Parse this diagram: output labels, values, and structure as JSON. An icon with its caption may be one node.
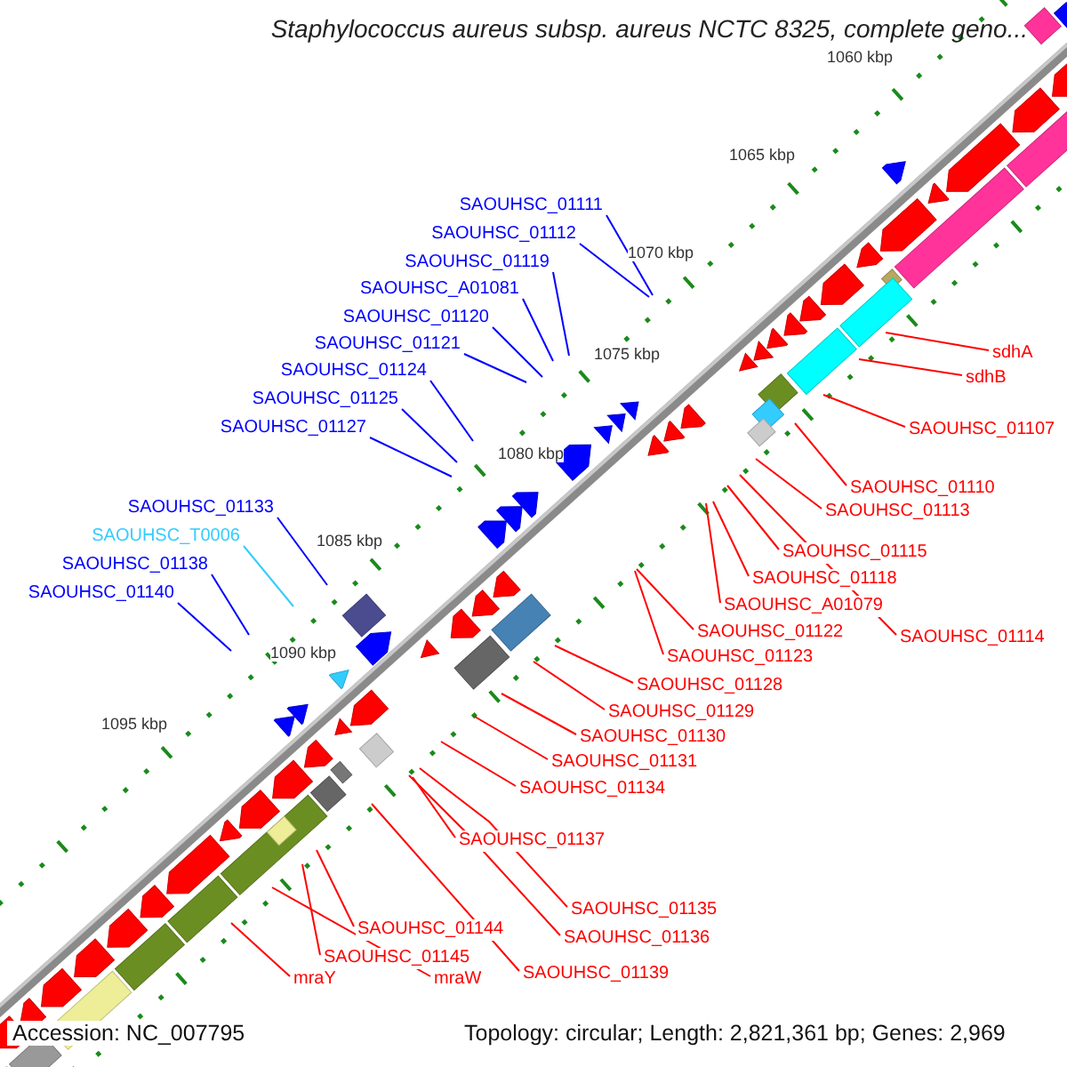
{
  "diagram": {
    "title": "Staphylococcus aureus subsp. aureus NCTC 8325, complete geno...",
    "nodes": [
      {
        "text": [
          "SAOUHSC_01111"
        ]
      },
      {
        "text": [
          "SAOUHSC_01112"
        ]
      },
      {
        "text": [
          "SAOUHSC_01119"
        ]
      },
      {
        "text": [
          "SAOUHSC_A01081"
        ]
      },
      {
        "text": [
          "SAOUHSC_01120"
        ]
      },
      {
        "text": [
          "SAOUHSC_01121"
        ]
      },
      {
        "text": [
          "SAOUHSC_01124"
        ]
      },
      {
        "text": [
          "SAOUHSC_01125"
        ]
      },
      {
        "text": [
          "SAOUHSC_01127"
        ]
      },
      {
        "text": [
          "SAOUHSC_01133"
        ]
      },
      {
        "text": [
          "SAOUHSC_T0006"
        ]
      },
      {
        "text": [
          "SAOUHSC_01138"
        ]
      },
      {
        "text": [
          "SAOUHSC_01140"
        ]
      },
      {
        "text": [
          "sdhA"
        ]
      },
      {
        "text": [
          "sdhB"
        ]
      },
      {
        "text": [
          "SAOUHSC_01107"
        ]
      },
      {
        "text": [
          "SAOUHSC_01110"
        ]
      },
      {
        "text": [
          "SAOUHSC_01113"
        ]
      },
      {
        "text": [
          "SAOUHSC_01115"
        ]
      },
      {
        "text": [
          "SAOUHSC_01118"
        ]
      },
      {
        "text": [
          "SAOUHSC_A01079"
        ]
      },
      {
        "text": [
          "SAOUHSC_01114"
        ]
      },
      {
        "text": [
          "SAOUHSC_01122"
        ]
      },
      {
        "text": [
          "SAOUHSC_01123"
        ]
      },
      {
        "text": [
          "SAOUHSC_01128"
        ]
      },
      {
        "text": [
          "SAOUHSC_01129"
        ]
      },
      {
        "text": [
          "SAOUHSC_01130"
        ]
      },
      {
        "text": [
          "SAOUHSC_01131"
        ]
      },
      {
        "text": [
          "SAOUHSC_01134"
        ]
      },
      {
        "text": [
          "SAOUHSC_01137"
        ]
      },
      {
        "text": [
          "SAOUHSC_01135"
        ]
      },
      {
        "text": [
          "SAOUHSC_01136"
        ]
      },
      {
        "text": [
          "SAOUHSC_01139"
        ]
      },
      {
        "text": [
          "SAOUHSC_01144"
        ]
      },
      {
        "text": [
          "SAOUHSC_01145"
        ]
      },
      {
        "text": [
          "mraY"
        ]
      },
      {
        "text": [
          "mraW"
        ]
      }
    ],
    "edges": [
      {
        "from": 0,
        "to": null,
        "arrow": "none",
        "color": "#0000ff"
      },
      {
        "from": 1,
        "to": null,
        "arrow": "none",
        "color": "#0000ff"
      },
      {
        "from": 2,
        "to": null,
        "arrow": "none",
        "color": "#0000ff"
      },
      {
        "from": 3,
        "to": null,
        "arrow": "none",
        "color": "#0000ff"
      },
      {
        "from": 4,
        "to": null,
        "arrow": "none",
        "color": "#0000ff"
      },
      {
        "from": 5,
        "to": null,
        "arrow": "none",
        "color": "#0000ff"
      },
      {
        "from": 6,
        "to": null,
        "arrow": "none",
        "color": "#0000ff"
      },
      {
        "from": 7,
        "to": null,
        "arrow": "none",
        "color": "#0000ff"
      },
      {
        "from": 8,
        "to": null,
        "arrow": "none",
        "color": "#0000ff"
      },
      {
        "from": 9,
        "to": null,
        "arrow": "none",
        "color": "#0000ff"
      },
      {
        "from": 10,
        "to": null,
        "arrow": "none",
        "color": "#33ccff"
      },
      {
        "from": 11,
        "to": null,
        "arrow": "none",
        "color": "#0000ff"
      },
      {
        "from": 12,
        "to": null,
        "arrow": "none",
        "color": "#0000ff"
      },
      {
        "from": 13,
        "to": null,
        "arrow": "none"
      },
      {
        "from": 14,
        "to": null,
        "arrow": "none"
      },
      {
        "from": 15,
        "to": null,
        "arrow": "none"
      },
      {
        "from": 16,
        "to": null,
        "arrow": "none"
      },
      {
        "from": 17,
        "to": null,
        "arrow": "none"
      },
      {
        "from": 18,
        "to": null,
        "arrow": "none"
      },
      {
        "from": 19,
        "to": null,
        "arrow": "none"
      },
      {
        "from": 20,
        "to": null,
        "arrow": "none"
      },
      {
        "from": 21,
        "to": null,
        "arrow": "none"
      },
      {
        "from": 22,
        "to": null,
        "arrow": "none"
      },
      {
        "from": 23,
        "to": null,
        "arrow": "none"
      },
      {
        "from": 24,
        "to": null,
        "arrow": "none"
      },
      {
        "from": 25,
        "to": null,
        "arrow": "none"
      },
      {
        "from": 26,
        "to": null,
        "arrow": "none"
      },
      {
        "from": 27,
        "to": null,
        "arrow": "none"
      },
      {
        "from": 28,
        "to": null,
        "arrow": "none"
      },
      {
        "from": 29,
        "to": null,
        "arrow": "none"
      },
      {
        "from": 30,
        "to": null,
        "arrow": "none"
      },
      {
        "from": 31,
        "to": null,
        "arrow": "none"
      },
      {
        "from": 32,
        "to": null,
        "arrow": "none"
      },
      {
        "from": 33,
        "to": null,
        "arrow": "none"
      },
      {
        "from": 34,
        "to": null,
        "arrow": "none"
      },
      {
        "from": 35,
        "to": null,
        "arrow": "none"
      },
      {
        "from": 36,
        "to": null,
        "arrow": "none"
      }
    ],
    "labels": [
      "1060 kbp",
      "1065 kbp",
      "1070 kbp",
      "1075 kbp",
      "1080 kbp",
      "1085 kbp",
      "1090 kbp",
      "1095 kbp",
      "Accession: NC_007795",
      "Topology: circular; Length: 2,821,361 bp; Genes: 2,969"
    ]
  }
}
